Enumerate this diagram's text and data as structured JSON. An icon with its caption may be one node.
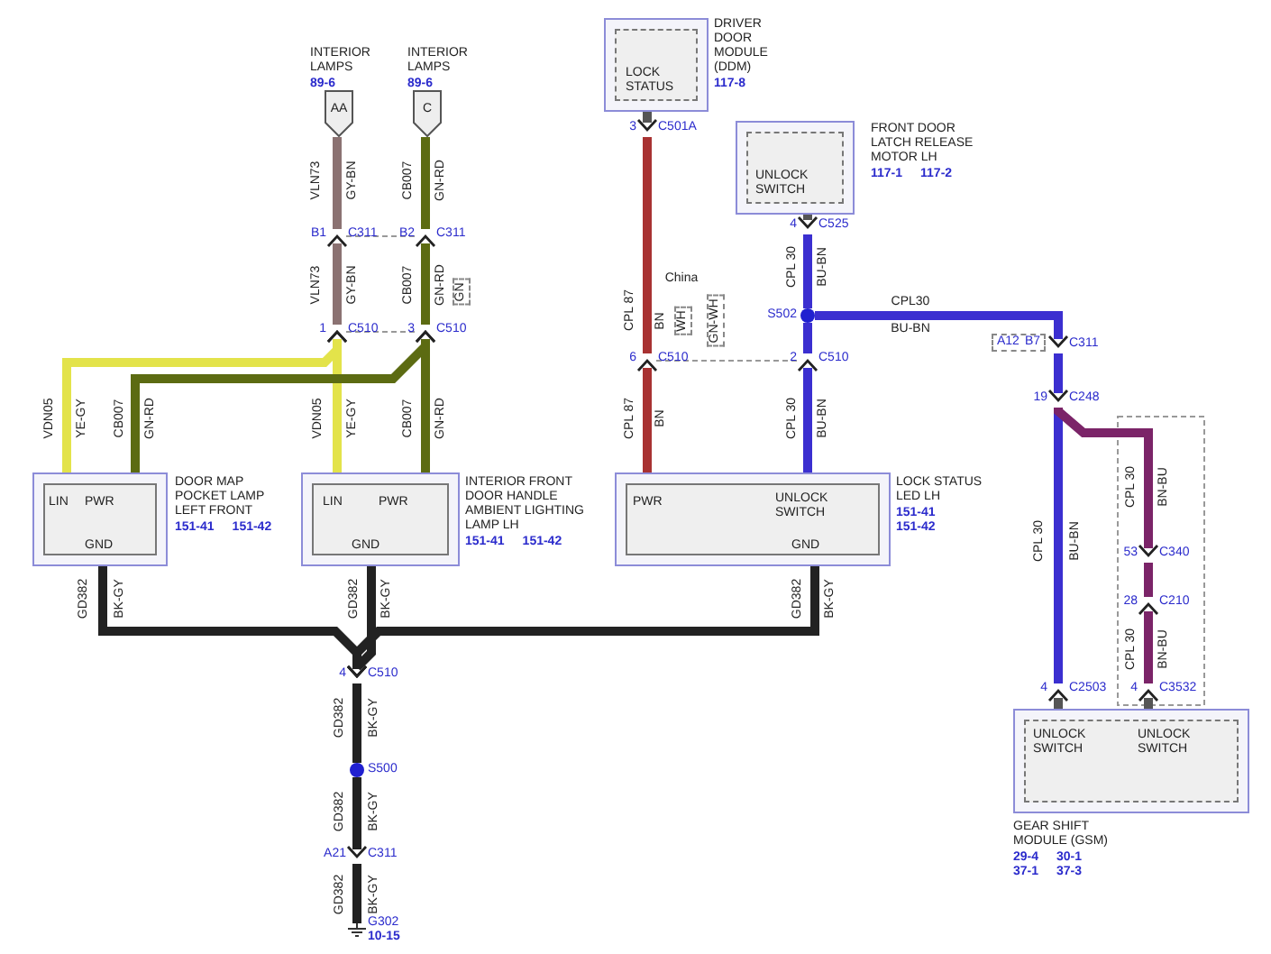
{
  "diagram": {
    "nodes": [
      {
        "text": [
          "AA"
        ],
        "beside": [
          "INTERIOR LAMPS",
          "89-6"
        ]
      },
      {
        "text": [
          "C"
        ],
        "beside": [
          "INTERIOR LAMPS",
          "89-6"
        ]
      },
      {
        "text": [
          "B1",
          "C311"
        ]
      },
      {
        "text": [
          "B2",
          "C311"
        ]
      },
      {
        "text": [
          "1",
          "C510"
        ]
      },
      {
        "text": [
          "3",
          "C510"
        ]
      },
      {
        "text": [
          "LIN",
          "PWR",
          "GND"
        ],
        "beside": [
          "DOOR MAP POCKET LAMP LEFT FRONT",
          "151-41",
          "151-42"
        ]
      },
      {
        "text": [
          "LIN",
          "PWR",
          "GND"
        ],
        "beside": [
          "INTERIOR FRONT DOOR HANDLE AMBIENT LIGHTING LAMP LH",
          "151-41",
          "151-42"
        ]
      },
      {
        "text": [
          "LOCK STATUS"
        ],
        "beside": [
          "DRIVER DOOR MODULE (DDM)",
          "117-8"
        ]
      },
      {
        "text": [
          "3",
          "C501A"
        ]
      },
      {
        "text": [
          "UNLOCK SWITCH"
        ],
        "beside": [
          "FRONT DOOR LATCH RELEASE MOTOR LH",
          "117-1",
          "117-2"
        ]
      },
      {
        "text": [
          "4",
          "C525"
        ]
      },
      {
        "text": [],
        "shape": "circle",
        "beside": [
          "S502"
        ]
      },
      {
        "text": [
          "6",
          "C510"
        ]
      },
      {
        "text": [
          "2",
          "C510"
        ]
      },
      {
        "text": [
          "PWR",
          "UNLOCK SWITCH",
          "GND"
        ],
        "beside": [
          "LOCK STATUS LED LH",
          "151-41",
          "151-42"
        ]
      },
      {
        "text": [
          "A12",
          "B7",
          "C311"
        ]
      },
      {
        "text": [
          "19",
          "C248"
        ]
      },
      {
        "text": [
          "53",
          "C340"
        ]
      },
      {
        "text": [
          "28",
          "C210"
        ]
      },
      {
        "text": [
          "4",
          "C2503"
        ]
      },
      {
        "text": [
          "4",
          "C3532"
        ]
      },
      {
        "text": [
          "UNLOCK SWITCH",
          "UNLOCK SWITCH"
        ],
        "beside": [
          "GEAR SHIFT MODULE (GSM)",
          "29-4",
          "30-1",
          "37-1",
          "37-3"
        ]
      },
      {
        "text": [
          "4",
          "C510"
        ]
      },
      {
        "text": [],
        "shape": "circle",
        "beside": [
          "S500"
        ]
      },
      {
        "text": [
          "A21",
          "C311"
        ]
      },
      {
        "text": [],
        "shape": "ground",
        "beside": [
          "G302",
          "10-15"
        ]
      }
    ],
    "edges": [
      {
        "from": 0,
        "to": 2,
        "arrow": "none",
        "color": "#8b7272"
      },
      {
        "from": 4,
        "to": 2,
        "arrow": "to",
        "color": "#8b7272"
      },
      {
        "from": 6,
        "to": 4,
        "arrow": "to",
        "color": "#e3e34a"
      },
      {
        "from": 7,
        "to": 4,
        "arrow": "to",
        "color": "#e3e34a"
      },
      {
        "from": 1,
        "to": 3,
        "arrow": "none",
        "color": "#5c6b12"
      },
      {
        "from": 5,
        "to": 3,
        "arrow": "to",
        "color": "#5c6b12"
      },
      {
        "from": 6,
        "to": 5,
        "arrow": "to",
        "color": "#5c6b12"
      },
      {
        "from": 7,
        "to": 5,
        "arrow": "to",
        "color": "#5c6b12"
      },
      {
        "from": 2,
        "to": 3,
        "arrow": "none",
        "style": "dashed",
        "color": "#999999"
      },
      {
        "from": 4,
        "to": 5,
        "arrow": "none",
        "style": "dashed",
        "color": "#999999"
      },
      {
        "from": 8,
        "to": 9,
        "arrow": "to",
        "color": "#555555"
      },
      {
        "from": 9,
        "to": 13,
        "arrow": "none",
        "color": "#a83232"
      },
      {
        "from": 15,
        "to": 13,
        "arrow": "to",
        "color": "#a83232"
      },
      {
        "from": 13,
        "to": 14,
        "arrow": "none",
        "style": "dashed",
        "color": "#999999"
      },
      {
        "from": 10,
        "to": 11,
        "arrow": "to",
        "color": "#555555"
      },
      {
        "from": 11,
        "to": 12,
        "arrow": "none",
        "color": "#3b2fd0"
      },
      {
        "from": 12,
        "to": 14,
        "arrow": "none",
        "color": "#3b2fd0"
      },
      {
        "from": 15,
        "to": 14,
        "arrow": "to",
        "color": "#3b2fd0"
      },
      {
        "from": 12,
        "to": 16,
        "arrow": "to",
        "color": "#3b2fd0"
      },
      {
        "from": 16,
        "to": 17,
        "arrow": "to",
        "color": "#3b2fd0"
      },
      {
        "from": 17,
        "to": 20,
        "arrow": "none",
        "color": "#3b2fd0"
      },
      {
        "from": 17,
        "to": 18,
        "arrow": "to",
        "color": "#7b2468"
      },
      {
        "from": 18,
        "to": 19,
        "arrow": "none",
        "color": "#7b2468"
      },
      {
        "from": 21,
        "to": 19,
        "arrow": "to",
        "color": "#7b2468"
      },
      {
        "from": 22,
        "to": 20,
        "arrow": "to",
        "color": "#555555"
      },
      {
        "from": 22,
        "to": 21,
        "arrow": "to",
        "color": "#555555"
      },
      {
        "from": 6,
        "to": 23,
        "arrow": "to",
        "color": "#222222"
      },
      {
        "from": 7,
        "to": 23,
        "arrow": "to",
        "color": "#222222"
      },
      {
        "from": 15,
        "to": 23,
        "arrow": "to",
        "color": "#222222"
      },
      {
        "from": 23,
        "to": 24,
        "arrow": "none",
        "color": "#222222"
      },
      {
        "from": 24,
        "to": 25,
        "arrow": "to",
        "color": "#222222"
      },
      {
        "from": 25,
        "to": 26,
        "arrow": "none",
        "color": "#222222"
      }
    ],
    "labels": [
      "VLN73",
      "GY-BN",
      "CB007",
      "GN-RD",
      "VLN73",
      "GY-BN",
      "CB007",
      "GN-RD",
      "GN",
      "VDN05",
      "YE-GY",
      "CB007",
      "GN-RD",
      "VDN05",
      "YE-GY",
      "CB007",
      "GN-RD",
      "CPL 87",
      "BN",
      "China",
      "WH",
      "GN-WH",
      "CPL 30",
      "BU-BN",
      "CPL30",
      "BU-BN",
      "CPL 87",
      "BN",
      "CPL 30",
      "BU-BN",
      "CPL 30",
      "BU-BN",
      "CPL 30",
      "BN-BU",
      "CPL 30",
      "BN-BU",
      "GD382",
      "BK-GY",
      "GD382",
      "BK-GY",
      "GD382",
      "BK-GY",
      "GD382",
      "BK-GY",
      "GD382",
      "BK-GY",
      "GD382",
      "BK-GY"
    ]
  }
}
